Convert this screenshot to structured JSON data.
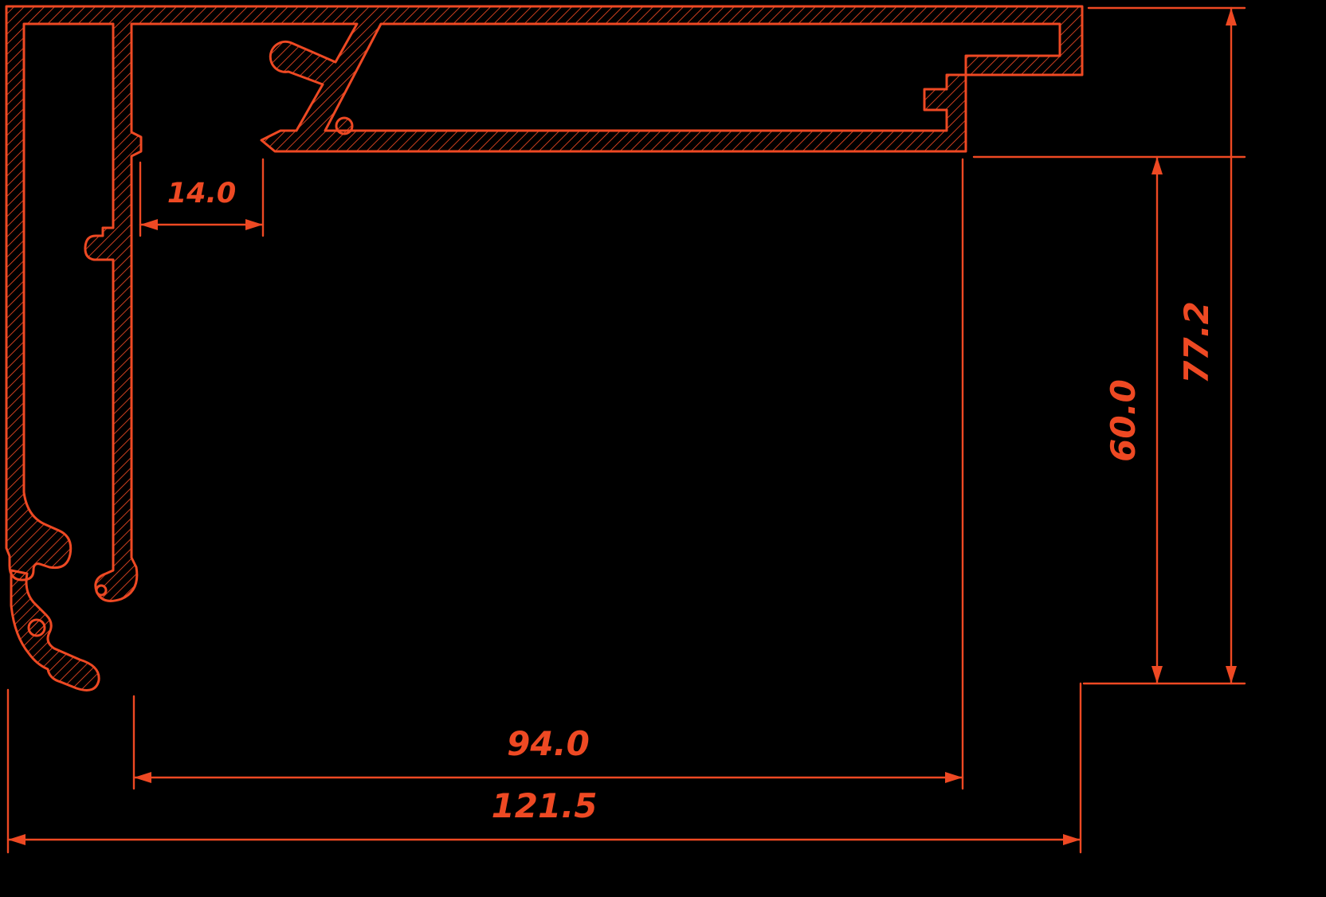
{
  "drawing": {
    "background": "#000000",
    "accent": "#ee4923",
    "hatch_style": "diagonal-45",
    "dimensions": {
      "gap_width": {
        "label": "14.0",
        "orientation": "horizontal"
      },
      "total_height": {
        "label": "77.2",
        "orientation": "vertical"
      },
      "inner_height": {
        "label": "60.0",
        "orientation": "vertical"
      },
      "inner_width": {
        "label": "94.0",
        "orientation": "horizontal"
      },
      "total_width": {
        "label": "121.5",
        "orientation": "horizontal"
      }
    }
  }
}
